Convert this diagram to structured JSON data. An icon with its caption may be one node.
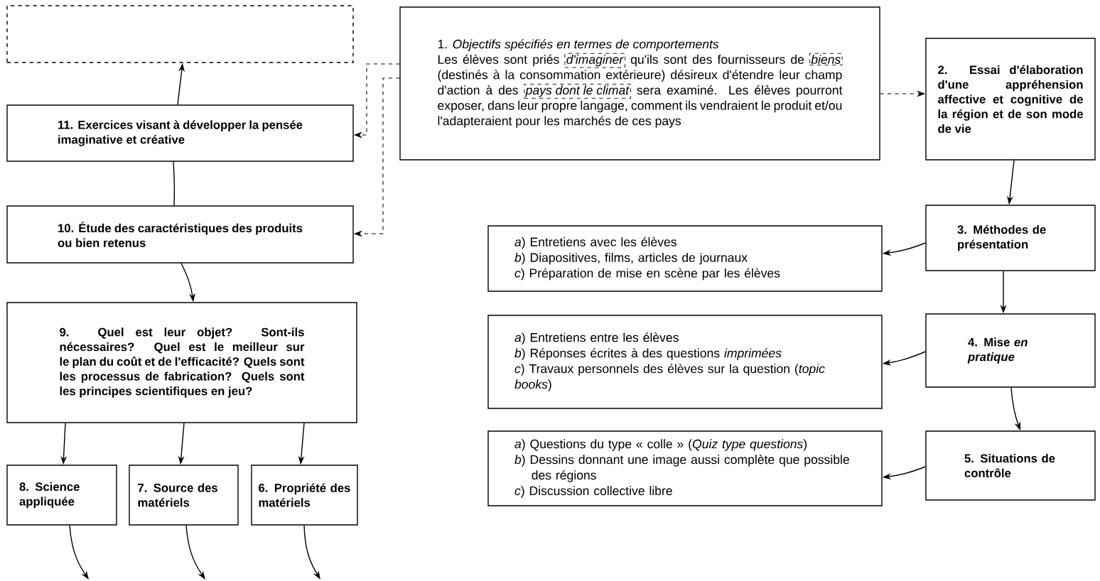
{
  "diagram": {
    "nodes": [
      {
        "text": [],
        "shape": "box"
      },
      {
        "text": [
          "1. *Objectifs spécifiés en termes de comportements*",
          "Les élèves sont priés *d'imaginer* qu'ils sont des fournisseurs de *biens* (destinés à la consommation extérieure) désireux d'étendre leur champ d'action à des *pays dont le climat* sera examiné. Les élèves pourront exposer, dans leur propre langage, comment ils vendraient le produit et/ou l'adapteraient pour les marchés de ces pays"
        ]
      },
      {
        "text": [
          "2. Essai d'élaboration d'une appréhension affective et cognitive de la région et de son mode de vie"
        ]
      },
      {
        "text": [
          "*a*) Entretiens avec les élèves",
          "*b*) Diapositives, films, articles de journaux",
          "*c*) Préparation de mise en scène par les élèves"
        ]
      },
      {
        "text": [
          "3. Méthodes de présentation"
        ]
      },
      {
        "text": [
          "*a*) Entretiens entre les élèves",
          "*b*) Réponses écrites à des questions *imprimées*",
          "*c*) Travaux personnels des élèves sur la question (*topic books*)"
        ]
      },
      {
        "text": [
          "4. Mise *en pratique*"
        ]
      },
      {
        "text": [
          "*a*) Questions du type « colle » (*Quiz type questions*)",
          "*b*) Dessins donnant une image aussi complète que possible des régions",
          "*c*) Discussion collective libre"
        ]
      },
      {
        "text": [
          "5. Situations de contrôle"
        ]
      },
      {
        "text": [
          "11. Exercices visant à développer la pensée imaginative et créative"
        ]
      },
      {
        "text": [
          "10. Étude des caractéristiques des produits ou bien retenus"
        ]
      },
      {
        "text": [
          "9. Quel est leur objet? Sont-ils nécessaires? Quel est le meilleur sur le plan du coût et de l'efficacité? Quels sont les processus de fabrication? Quels sont les principes scientifiques en jeu?"
        ]
      },
      {
        "text": [
          "8. Science appliquée"
        ]
      },
      {
        "text": [
          "7. Source des matériels"
        ]
      },
      {
        "text": [
          "6. Propriété des matériels"
        ]
      }
    ],
    "edges": [
      {
        "from": 9,
        "to": 0,
        "arrow": "to"
      },
      {
        "from": 10,
        "to": 9,
        "arrow": "none"
      },
      {
        "from": 10,
        "to": 11,
        "arrow": "to"
      },
      {
        "from": 11,
        "to": 12,
        "arrow": "to"
      },
      {
        "from": 11,
        "to": 13,
        "arrow": "to"
      },
      {
        "from": 11,
        "to": 14,
        "arrow": "to"
      },
      {
        "from": 12,
        "to": null,
        "arrow": "to"
      },
      {
        "from": 13,
        "to": null,
        "arrow": "to"
      },
      {
        "from": 14,
        "to": null,
        "arrow": "to"
      },
      {
        "from": 1,
        "to": 9,
        "arrow": "to",
        "style": "dashed"
      },
      {
        "from": 1,
        "to": 10,
        "arrow": "to",
        "style": "dashed"
      },
      {
        "from": 1,
        "to": 2,
        "arrow": "to",
        "style": "dashed"
      },
      {
        "from": 2,
        "to": 4,
        "arrow": "to"
      },
      {
        "from": 4,
        "to": 3,
        "arrow": "to"
      },
      {
        "from": 4,
        "to": 6,
        "arrow": "to"
      },
      {
        "from": 6,
        "to": 5,
        "arrow": "to"
      },
      {
        "from": 6,
        "to": 8,
        "arrow": "to"
      },
      {
        "from": 8,
        "to": 7,
        "arrow": "to"
      }
    ]
  }
}
